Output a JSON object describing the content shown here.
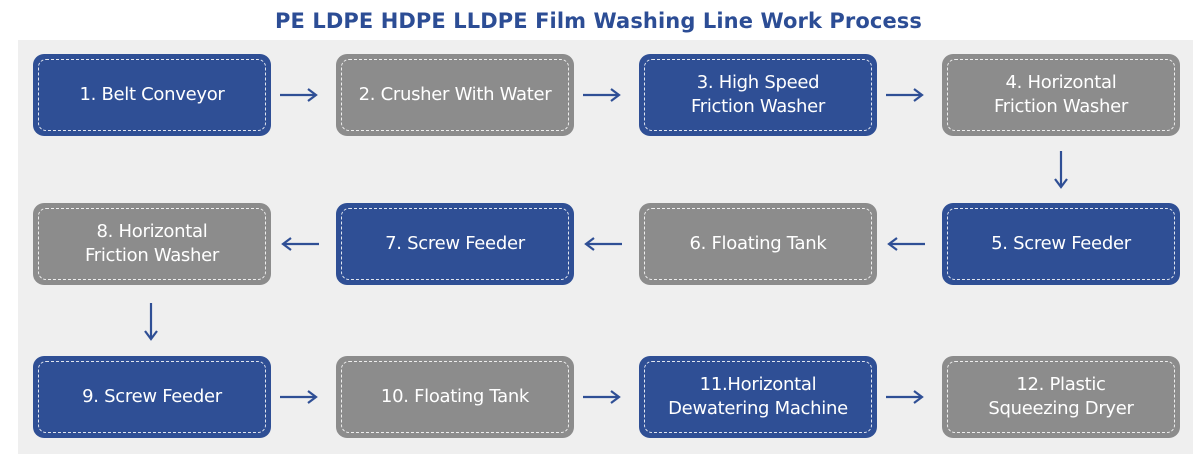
{
  "title": "PE LDPE HDPE LLDPE Film Washing Line Work Process",
  "steps": [
    {
      "label": "1. Belt Conveyor",
      "color": "blue"
    },
    {
      "label": "2.  Crusher With Water",
      "color": "gray"
    },
    {
      "label": "3. High Speed\nFriction Washer",
      "color": "blue"
    },
    {
      "label": "4. Horizontal\nFriction Washer",
      "color": "gray"
    },
    {
      "label": "5. Screw Feeder",
      "color": "blue"
    },
    {
      "label": "6. Floating Tank",
      "color": "gray"
    },
    {
      "label": "7. Screw Feeder",
      "color": "blue"
    },
    {
      "label": "8. Horizontal\nFriction Washer",
      "color": "gray"
    },
    {
      "label": "9. Screw Feeder",
      "color": "blue"
    },
    {
      "label": "10. Floating Tank",
      "color": "gray"
    },
    {
      "label": "11.Horizontal\nDewatering Machine",
      "color": "blue"
    },
    {
      "label": "12. Plastic\nSqueezing Dryer",
      "color": "gray"
    }
  ],
  "colors": {
    "blue": "#2f4f95",
    "gray": "#8c8c8c",
    "title": "#2c4d95",
    "panel": "#efefef"
  }
}
